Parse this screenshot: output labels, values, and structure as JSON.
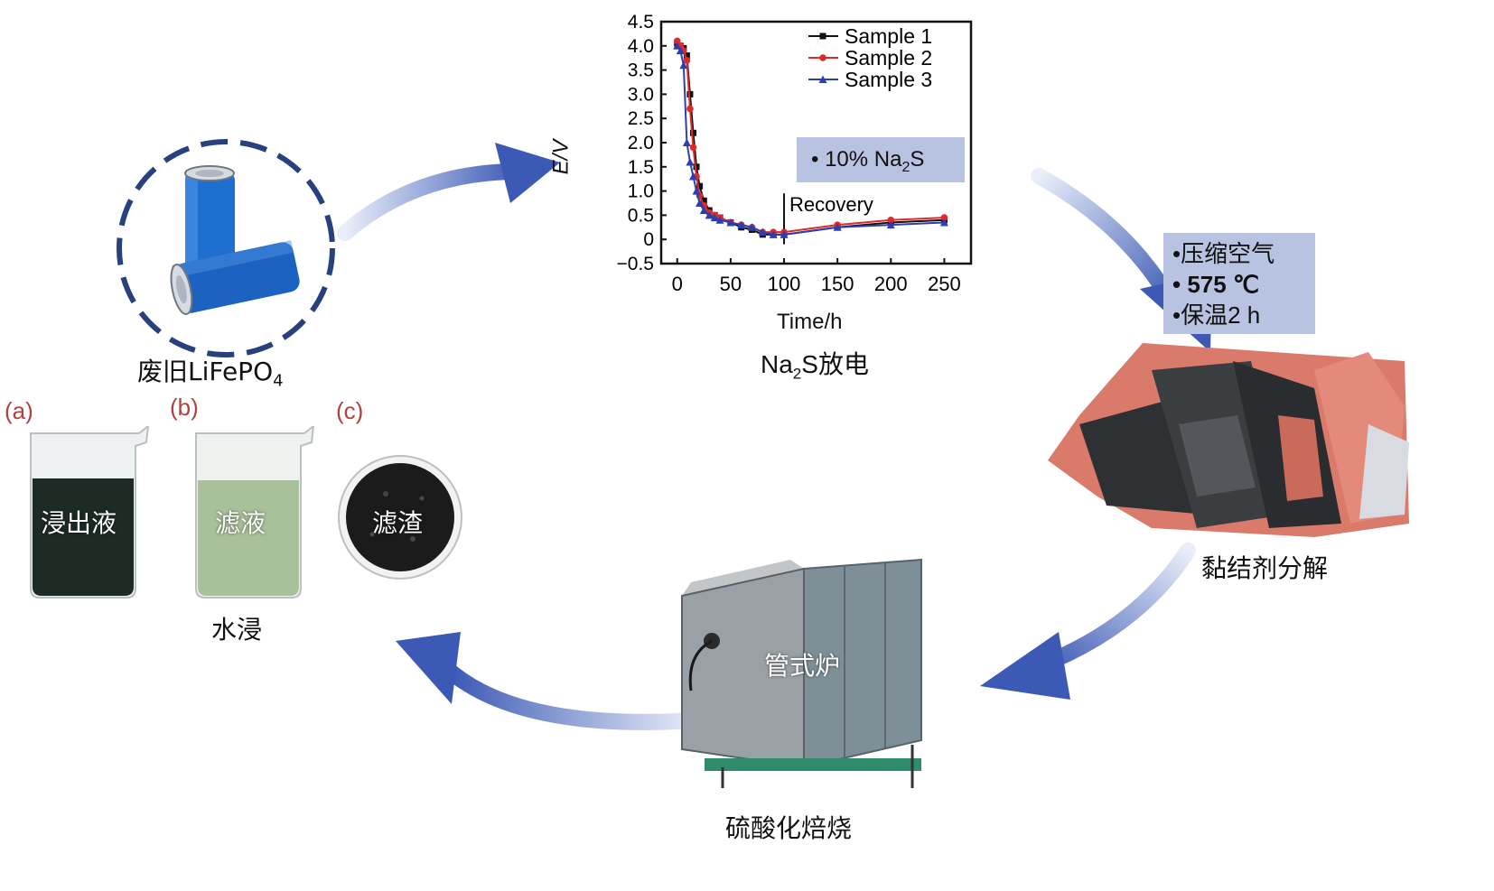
{
  "battery": {
    "label_main": "废旧LiFePO",
    "label_sub": "4"
  },
  "chart": {
    "ylabel": "E/V",
    "xlabel": "Time/h",
    "caption_main": "Na",
    "caption_sub": "2",
    "caption_rest": "S放电",
    "annotation_box_main": "• 10% Na",
    "annotation_box_sub": "2",
    "annotation_box_rest": "S",
    "recovery_label": "Recovery",
    "legend": [
      "Sample 1",
      "Sample 2",
      "Sample 3"
    ],
    "yticks": [
      "4.5",
      "4.0",
      "3.5",
      "3.0",
      "2.5",
      "2.0",
      "1.5",
      "1.0",
      "0.5",
      "0",
      "−0.5"
    ],
    "xticks": [
      "0",
      "50",
      "100",
      "150",
      "200",
      "250"
    ],
    "colors": {
      "s1": "#111111",
      "s2": "#e02a2a",
      "s3": "#2b3fb0"
    }
  },
  "chart_data": {
    "type": "line",
    "xlabel": "Time/h",
    "ylabel": "E/V",
    "xlim": [
      -15,
      275
    ],
    "ylim": [
      -0.5,
      4.5
    ],
    "series": [
      {
        "name": "Sample 1",
        "x": [
          0,
          3,
          6,
          9,
          12,
          15,
          18,
          21,
          25,
          30,
          35,
          40,
          50,
          60,
          70,
          80,
          90,
          100,
          150,
          200,
          250
        ],
        "y": [
          4.05,
          4.0,
          3.95,
          3.8,
          3.0,
          2.2,
          1.5,
          1.1,
          0.8,
          0.6,
          0.5,
          0.45,
          0.35,
          0.25,
          0.2,
          0.1,
          0.1,
          0.1,
          0.25,
          0.35,
          0.4
        ]
      },
      {
        "name": "Sample 2",
        "x": [
          0,
          3,
          6,
          9,
          12,
          15,
          18,
          21,
          25,
          30,
          35,
          40,
          50,
          60,
          70,
          80,
          90,
          100,
          150,
          200,
          250
        ],
        "y": [
          4.1,
          4.0,
          3.9,
          3.7,
          2.7,
          1.9,
          1.3,
          0.9,
          0.7,
          0.55,
          0.5,
          0.45,
          0.35,
          0.3,
          0.25,
          0.15,
          0.15,
          0.15,
          0.3,
          0.4,
          0.45
        ]
      },
      {
        "name": "Sample 3",
        "x": [
          0,
          3,
          6,
          9,
          12,
          15,
          18,
          21,
          25,
          30,
          35,
          40,
          50,
          60,
          70,
          80,
          90,
          100,
          150,
          200,
          250
        ],
        "y": [
          4.0,
          3.9,
          3.6,
          2.0,
          1.6,
          1.3,
          1.0,
          0.75,
          0.6,
          0.5,
          0.45,
          0.4,
          0.35,
          0.3,
          0.25,
          0.15,
          0.1,
          0.1,
          0.25,
          0.3,
          0.35
        ]
      }
    ],
    "annotations": [
      "• 10% Na2S",
      "Recovery"
    ],
    "legend_position": "top-right"
  },
  "roast_conditions": {
    "line1": "•压缩空气",
    "line2": "• 575 ℃",
    "line3": "•保温2 h"
  },
  "binder_label": "黏结剂分解",
  "furnace": {
    "overlay": "管式炉",
    "label": "硫酸化焙烧"
  },
  "leach": {
    "a_tag": "(a)",
    "b_tag": "(b)",
    "c_tag": "(c)",
    "a_text": "浸出液",
    "b_text": "滤液",
    "c_text": "滤渣",
    "label": "水浸"
  }
}
